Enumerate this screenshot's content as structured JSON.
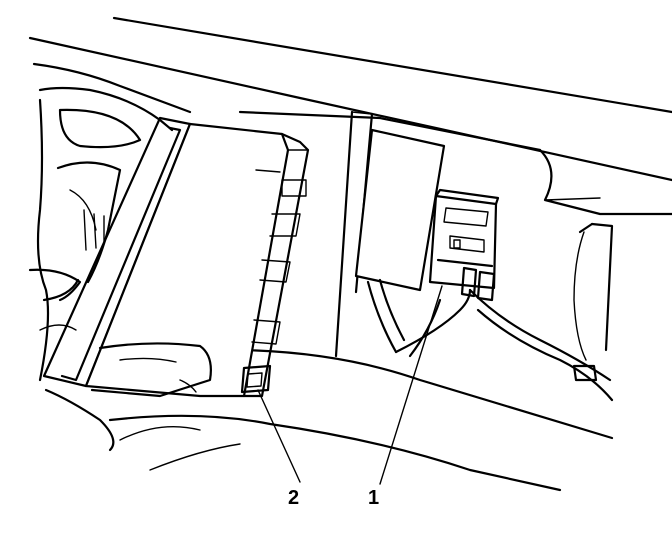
{
  "callouts": [
    {
      "label": "1",
      "part": "connector"
    },
    {
      "label": "2",
      "part": "fastener"
    }
  ]
}
